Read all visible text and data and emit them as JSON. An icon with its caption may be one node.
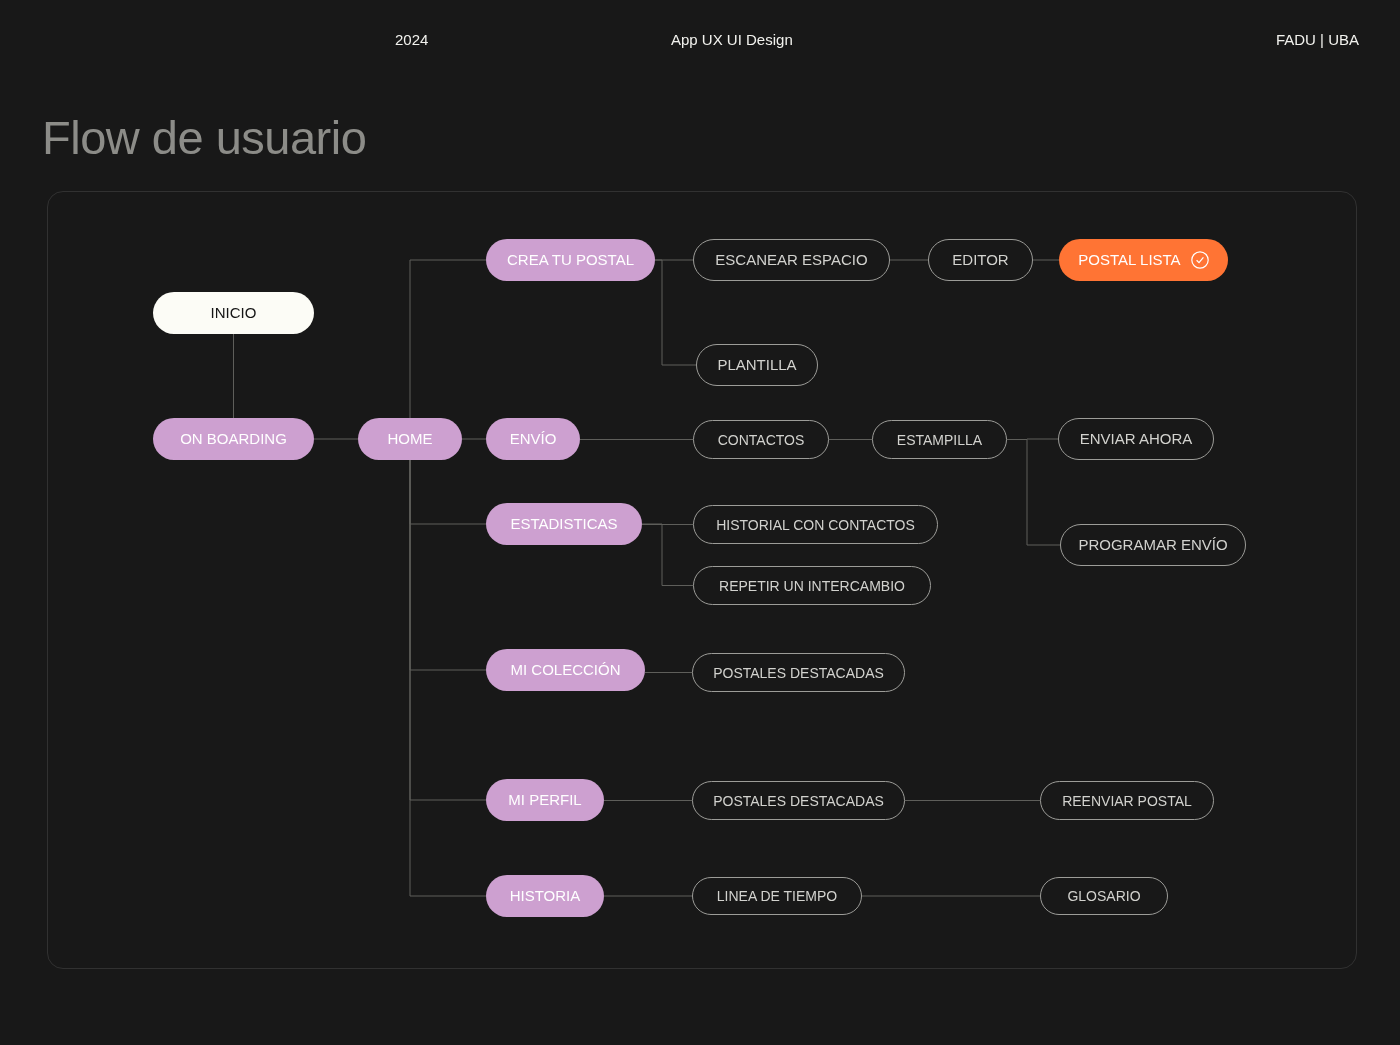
{
  "diagram": {
    "title": "Flow de usuario",
    "nodes": [
      {
        "text": [
          "CREA TU POSTAL"
        ]
      },
      {
        "text": [
          "ESCANEAR ESPACIO"
        ]
      },
      {
        "text": [
          "EDITOR"
        ]
      },
      {
        "text": [
          "POSTAL LISTA"
        ]
      },
      {
        "text": [
          "INICIO"
        ]
      },
      {
        "text": [
          "PLANTILLA"
        ]
      },
      {
        "text": [
          "ON BOARDING"
        ]
      },
      {
        "text": [
          "HOME"
        ]
      },
      {
        "text": [
          "ENVÍO"
        ]
      },
      {
        "text": [
          "CONTACTOS"
        ]
      },
      {
        "text": [
          "ESTAMPILLA"
        ]
      },
      {
        "text": [
          "ENVIAR AHORA"
        ]
      },
      {
        "text": [
          "ESTADISTICAS"
        ]
      },
      {
        "text": [
          "HISTORIAL CON CONTACTOS"
        ]
      },
      {
        "text": [
          "PROGRAMAR ENVÍO"
        ]
      },
      {
        "text": [
          "REPETIR UN INTERCAMBIO"
        ]
      },
      {
        "text": [
          "MI COLECCIÓN"
        ]
      },
      {
        "text": [
          "POSTALES DESTACADAS"
        ]
      },
      {
        "text": [
          "MI PERFIL"
        ]
      },
      {
        "text": [
          "POSTALES DESTACADAS"
        ]
      },
      {
        "text": [
          "REENVIAR POSTAL"
        ]
      },
      {
        "text": [
          "HISTORIA"
        ]
      },
      {
        "text": [
          "LINEA DE TIEMPO"
        ]
      },
      {
        "text": [
          "GLOSARIO"
        ]
      }
    ],
    "edges": [
      {
        "from": 4,
        "to": 6,
        "arrow": "none"
      },
      {
        "from": 6,
        "to": 7,
        "arrow": "none"
      },
      {
        "from": 7,
        "to": 0,
        "arrow": "none"
      },
      {
        "from": 7,
        "to": 8,
        "arrow": "none"
      },
      {
        "from": 7,
        "to": 12,
        "arrow": "none"
      },
      {
        "from": 7,
        "to": 16,
        "arrow": "none"
      },
      {
        "from": 7,
        "to": 18,
        "arrow": "none"
      },
      {
        "from": 7,
        "to": 21,
        "arrow": "none"
      },
      {
        "from": 0,
        "to": 1,
        "arrow": "none"
      },
      {
        "from": 0,
        "to": 5,
        "arrow": "none"
      },
      {
        "from": 1,
        "to": 2,
        "arrow": "none"
      },
      {
        "from": 2,
        "to": 3,
        "arrow": "none"
      },
      {
        "from": 8,
        "to": 9,
        "arrow": "none"
      },
      {
        "from": 9,
        "to": 10,
        "arrow": "none"
      },
      {
        "from": 10,
        "to": 11,
        "arrow": "none"
      },
      {
        "from": 10,
        "to": 14,
        "arrow": "none"
      },
      {
        "from": 12,
        "to": 13,
        "arrow": "none"
      },
      {
        "from": 12,
        "to": 15,
        "arrow": "none"
      },
      {
        "from": 16,
        "to": 17,
        "arrow": "none"
      },
      {
        "from": 18,
        "to": 19,
        "arrow": "none"
      },
      {
        "from": 19,
        "to": 20,
        "arrow": "none"
      },
      {
        "from": 21,
        "to": 22,
        "arrow": "none"
      },
      {
        "from": 22,
        "to": 23,
        "arrow": "none"
      }
    ],
    "labels": [
      "2024",
      "App UX UI Design",
      "FADU | UBA"
    ]
  }
}
